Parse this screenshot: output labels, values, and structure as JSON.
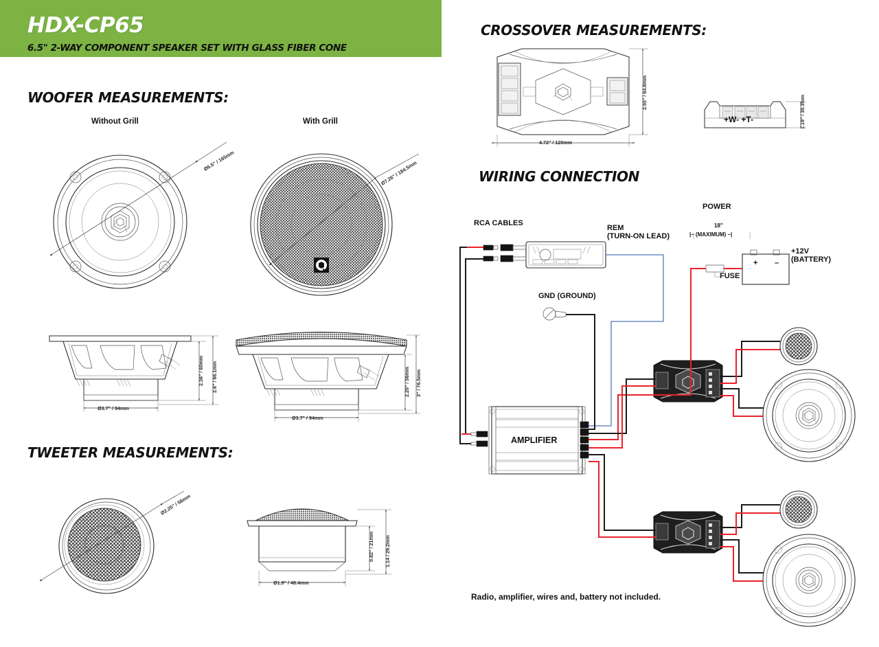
{
  "header": {
    "model": "HDX-CP65",
    "tagline": "6.5\" 2-WAY COMPONENT SPEAKER SET WITH GLASS FIBER CONE",
    "banner_color": "#7cb342"
  },
  "sections": {
    "woofer_heading": "WOOFER MEASUREMENTS:",
    "tweeter_heading": "TWEETER MEASUREMENTS:",
    "crossover_heading": "CROSSOVER MEASUREMENTS:",
    "wiring_heading": "WIRING CONNECTION"
  },
  "woofer": {
    "view_without_grill": "Without Grill",
    "view_with_grill": "With Grill",
    "dim_diameter_without_grill": "Ø6.5\" / 165mm",
    "dim_diameter_with_grill": "Ø7.26\" / 184.5mm",
    "dim_depth_inner": "2.36\" / 60mm",
    "dim_depth_outer": "2.6\" / 66.1mm",
    "dim_cutout": "Ø3.7\" / 94mm",
    "dim_depth_inner_grill": "2.20\" / 56mm",
    "dim_depth_outer_grill": "3\" / 76.5mm",
    "dim_cutout_grill": "Ø3.7\" / 94mm"
  },
  "tweeter": {
    "dim_diameter": "Ø2.25\" / 58mm",
    "dim_depth_inner": "0.82\" / 21mm",
    "dim_depth_outer": "1.14 / 29.2mm",
    "dim_cutout": "Ø1.9\" / 48.4mm"
  },
  "crossover": {
    "dim_height": "2.55\" / 64.8mm",
    "dim_width": "4.72\" / 120mm",
    "terminal_height": "1.19\" / 30.3mm",
    "terminal_labels": "+W-   +T-"
  },
  "wiring": {
    "rca_cables": "RCA CABLES",
    "rem_line1": "REM",
    "rem_line2": "(TURN-ON LEAD)",
    "ground": "GND (GROUND)",
    "power": "POWER",
    "max_length": "18\"",
    "max_label": "|– (MAXIMUM) –|",
    "fuse": "FUSE",
    "battery_line1": "+12V",
    "battery_line2": "(BATTERY)",
    "amplifier": "AMPLIFIER",
    "disclaimer": "Radio, amplifier, wires and, battery not included."
  }
}
